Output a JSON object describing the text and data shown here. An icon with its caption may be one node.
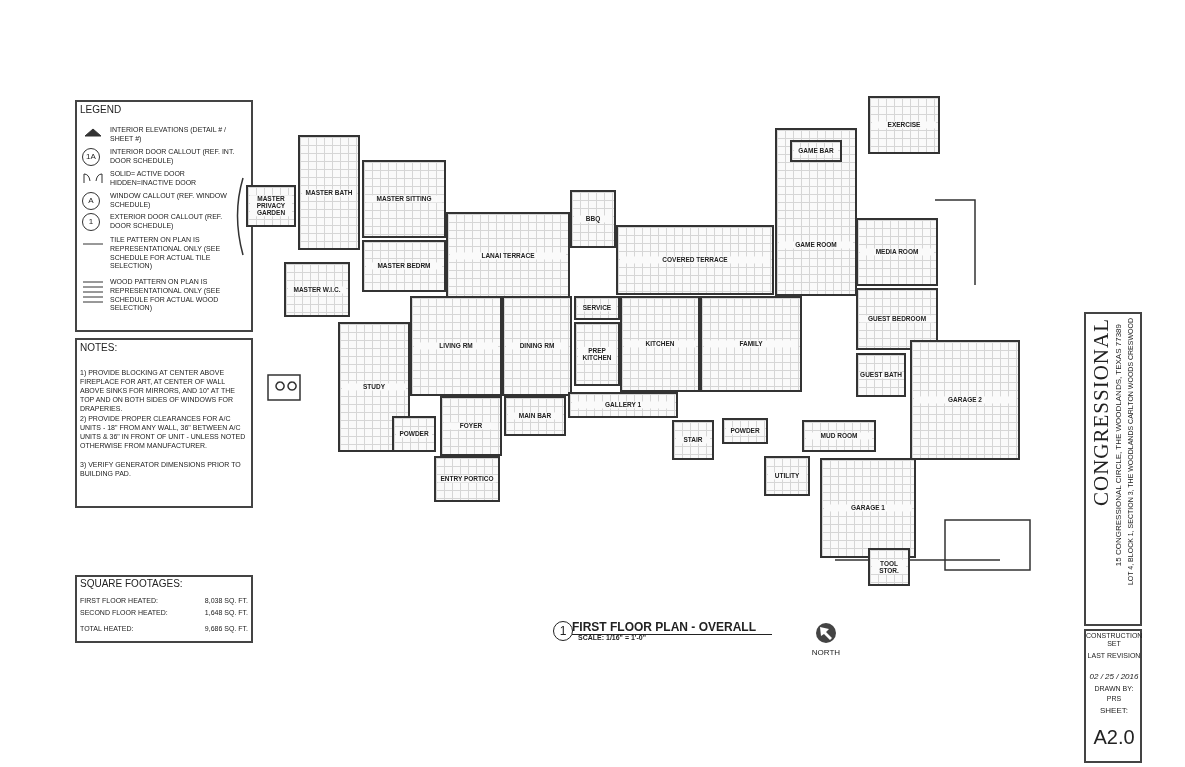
{
  "diagram": {
    "title": "FIRST FLOOR PLAN - OVERALL",
    "nodes": [
      {
        "text": [
          "MASTER PRIVACY GARDEN"
        ]
      },
      {
        "text": [
          "MASTER BATH"
        ]
      },
      {
        "text": [
          "MASTER SITTING"
        ]
      },
      {
        "text": [
          "MASTER BEDRM"
        ]
      },
      {
        "text": [
          "MASTER W.I.C."
        ]
      },
      {
        "text": [
          "STUDY"
        ]
      },
      {
        "text": [
          "LANAI TERRACE"
        ]
      },
      {
        "text": [
          "BBQ"
        ]
      },
      {
        "text": [
          "COVERED TERRACE"
        ]
      },
      {
        "text": [
          "GAME ROOM"
        ]
      },
      {
        "text": [
          "GAME BAR"
        ],
        "in": 9
      },
      {
        "text": [
          "EXERCISE"
        ]
      },
      {
        "text": [
          "MEDIA ROOM"
        ]
      },
      {
        "text": [
          "LIVING RM"
        ]
      },
      {
        "text": [
          "DINING RM"
        ]
      },
      {
        "text": [
          "SERVICE"
        ]
      },
      {
        "text": [
          "PREP KITCHEN"
        ]
      },
      {
        "text": [
          "KITCHEN"
        ]
      },
      {
        "text": [
          "FAMILY"
        ]
      },
      {
        "text": [
          "GUEST BEDROOM"
        ]
      },
      {
        "text": [
          "GUEST BATH"
        ]
      },
      {
        "text": [
          "POWDER"
        ]
      },
      {
        "text": [
          "FOYER"
        ]
      },
      {
        "text": [
          "MAIN BAR"
        ]
      },
      {
        "text": [
          "GALLERY 1"
        ]
      },
      {
        "text": [
          "STAIR"
        ]
      },
      {
        "text": [
          "POWDER"
        ]
      },
      {
        "text": [
          "MUD ROOM"
        ]
      },
      {
        "text": [
          "GARAGE 2"
        ]
      },
      {
        "text": [
          "ENTRY PORTICO"
        ]
      },
      {
        "text": [
          "UTILITY"
        ]
      },
      {
        "text": [
          "GARAGE 1"
        ]
      },
      {
        "text": [
          "TOOL STOR."
        ]
      }
    ],
    "edges": [],
    "labels": [
      "LEGEND",
      "1A",
      "A",
      "1",
      "NOTES:",
      "1) PROVIDE BLOCKING AT CENTER ABOVE FIREPLACE FOR ART, AT CENTER OF WALL ABOVE SINKS FOR MIRRORS, AND 10\" AT THE TOP AND ON BOTH SIDES OF WINDOWS FOR DRAPERIES.",
      "2) PROVIDE PROPER CLEARANCES FOR A/C UNITS - 18\" FROM ANY WALL, 36\" BETWEEN A/C UNITS & 36\" IN FRONT OF UNIT - UNLESS NOTED OTHERWISE FROM MANUFACTURER.",
      "3) VERIFY GENERATOR DIMENSIONS PRIOR TO BUILDING PAD.",
      "SQUARE FOOTAGES:",
      "FIRST FLOOR HEATED:",
      "8,038 SQ. FT.",
      "SECOND FLOOR HEATED:",
      "1,648 SQ. FT.",
      "TOTAL HEATED:",
      "9,686 SQ. FT.",
      "1",
      "SCALE: 1/16\" = 1'-0\"",
      "NORTH",
      "CONGRESSIONAL",
      "15 CONGRESSIONAL CIRCLE, THE WOODLANDS, TEXAS 77389",
      "LOT 4, BLOCK 1, SECTION 3, THE WOODLANDS CARLTON WOODS CRESWOOD",
      "CONSTRUCTION SET",
      "LAST REVISION",
      "02 / 25 / 2016",
      "DRAWN BY:",
      "PRS",
      "SHEET:",
      "A2.0"
    ],
    "legend": [
      {
        "text": "INTERIOR ELEVATIONS (DETAIL # / SHEET #)"
      },
      {
        "text": "INTERIOR DOOR CALLOUT (REF. INT. DOOR SCHEDULE)"
      },
      {
        "text": "SOLID= ACTIVE DOOR HIDDEN=INACTIVE DOOR"
      },
      {
        "text": "WINDOW CALLOUT (REF. WINDOW SCHEDULE)"
      },
      {
        "text": "EXTERIOR DOOR CALLOUT (REF. DOOR SCHEDULE)"
      },
      {
        "text": "TILE PATTERN ON PLAN IS REPRESENTATIONAL ONLY (SEE SCHEDULE FOR ACTUAL TILE SELECTION)"
      },
      {
        "text": "WOOD PATTERN ON PLAN IS REPRESENTATIONAL ONLY (SEE SCHEDULE FOR ACTUAL WOOD SELECTION)"
      }
    ]
  }
}
